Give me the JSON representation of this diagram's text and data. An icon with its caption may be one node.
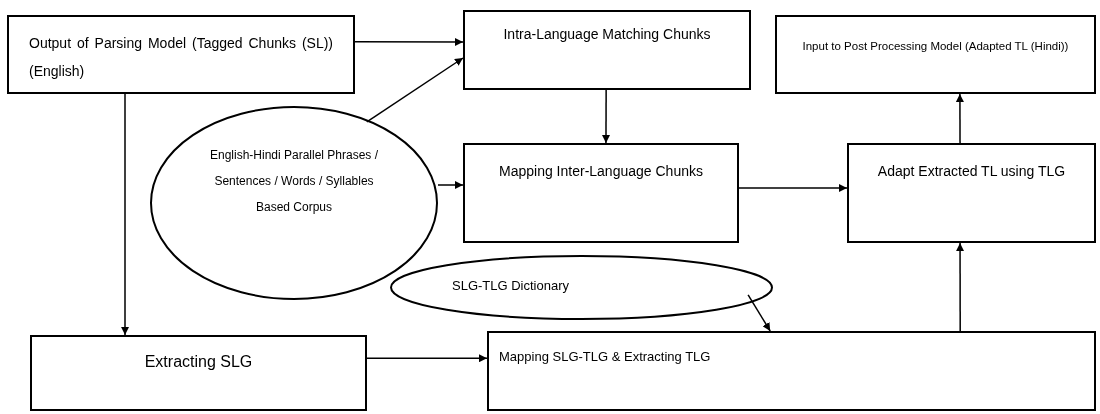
{
  "diagram": {
    "nodes": [
      {
        "text": [
          "Output of Parsing Model (Tagged Chunks (SL)) (English)"
        ]
      },
      {
        "text": [
          "Intra-Language Matching Chunks"
        ]
      },
      {
        "text": [
          "Input to Post Processing Model (Adapted TL (Hindi))"
        ]
      },
      {
        "text": [
          "English-Hindi Parallel Phrases / Sentences / Words / Syllables Based Corpus"
        ]
      },
      {
        "text": [
          "Mapping Inter-Language Chunks"
        ]
      },
      {
        "text": [
          "Adapt Extracted TL using TLG"
        ]
      },
      {
        "text": [
          "SLG-TLG Dictionary"
        ]
      },
      {
        "text": [
          "Extracting SLG"
        ]
      },
      {
        "text": [
          "Mapping SLG-TLG & Extracting TLG"
        ]
      }
    ],
    "edges": [
      {
        "from": 0,
        "to": 1,
        "arrow": "to"
      },
      {
        "from": 3,
        "to": 1,
        "arrow": "to"
      },
      {
        "from": 0,
        "to": 7,
        "arrow": "to"
      },
      {
        "from": 1,
        "to": 4,
        "arrow": "to"
      },
      {
        "from": 3,
        "to": 4,
        "arrow": "to"
      },
      {
        "from": 4,
        "to": 5,
        "arrow": "to"
      },
      {
        "from": 5,
        "to": 2,
        "arrow": "to"
      },
      {
        "from": 8,
        "to": 5,
        "arrow": "to"
      },
      {
        "from": 6,
        "to": 8,
        "arrow": "to"
      },
      {
        "from": 7,
        "to": 8,
        "arrow": "to"
      }
    ]
  }
}
